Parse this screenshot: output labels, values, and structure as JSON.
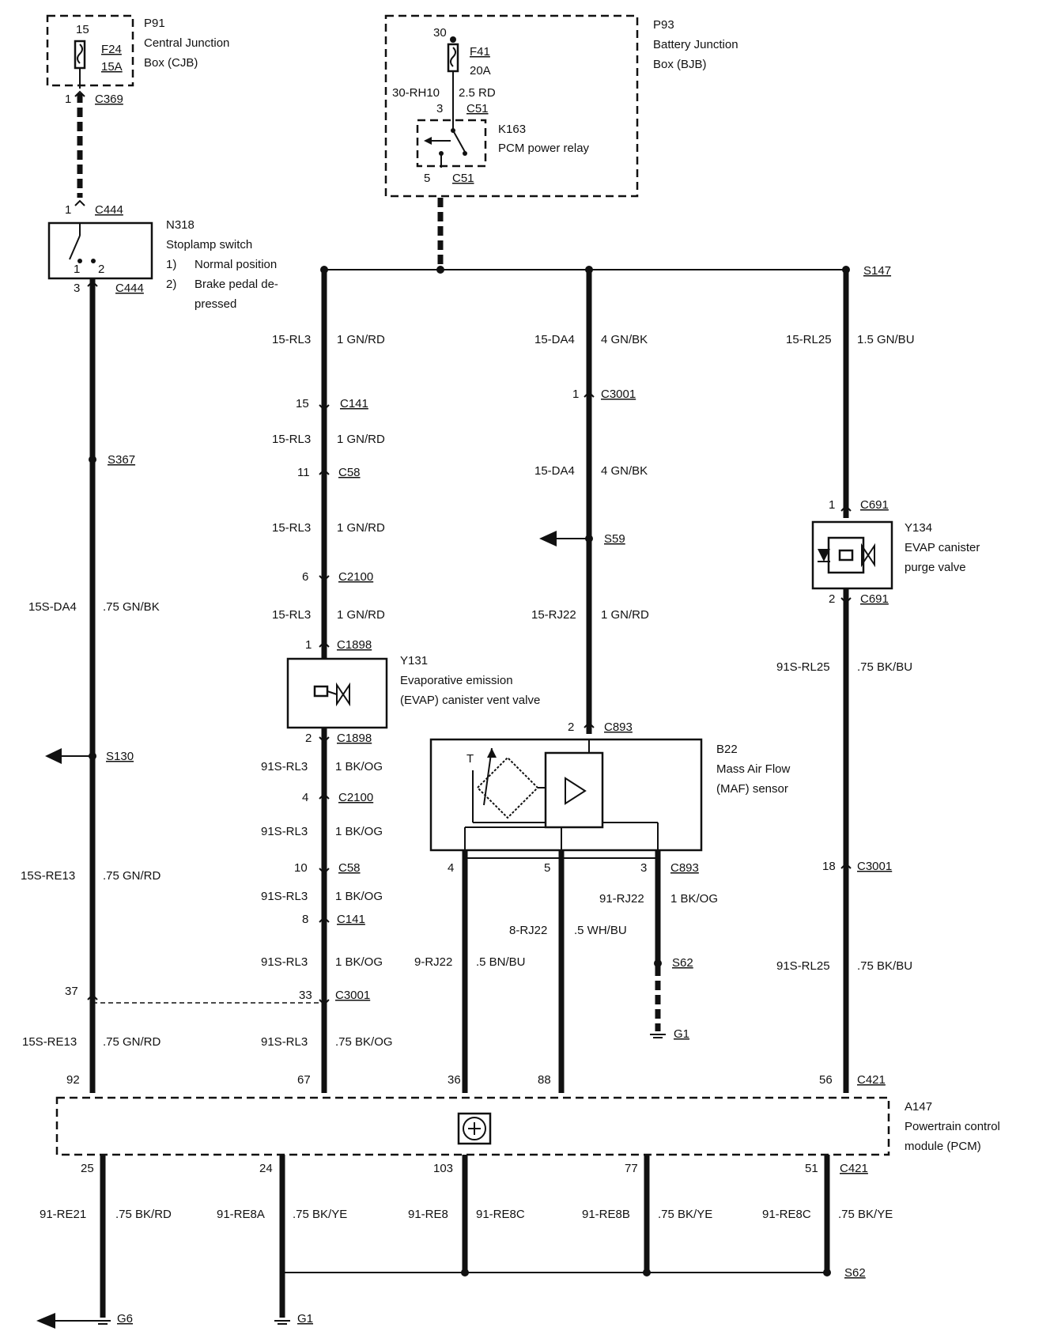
{
  "components": {
    "p91": {
      "id": "P91",
      "name1": "Central Junction",
      "name2": "Box (CJB)",
      "fuse": "F24",
      "amp": "15A",
      "pin": "15"
    },
    "p93": {
      "id": "P93",
      "name1": "Battery Junction",
      "name2": "Box (BJB)",
      "fuse": "F41",
      "amp": "20A",
      "pin": "30"
    },
    "k163": {
      "id": "K163",
      "name": "PCM power relay"
    },
    "n318": {
      "id": "N318",
      "name": "Stoplamp switch",
      "n1": "1)",
      "d1": "Normal position",
      "n2": "2)",
      "d2a": "Brake pedal de-",
      "d2b": "pressed",
      "p1": "1",
      "p2": "2"
    },
    "y131": {
      "id": "Y131",
      "name1": "Evaporative emission",
      "name2": "(EVAP) canister vent valve"
    },
    "y134": {
      "id": "Y134",
      "name1": "EVAP canister",
      "name2": "purge valve"
    },
    "b22": {
      "id": "B22",
      "name1": "Mass Air Flow",
      "name2": "(MAF) sensor",
      "t": "T"
    },
    "a147": {
      "id": "A147",
      "name1": "Powertrain control",
      "name2": "module (PCM)"
    }
  },
  "connectors": {
    "c369": "C369",
    "c444a": "C444",
    "c444b": "C444",
    "c51a": "C51",
    "c51b": "C51",
    "c141a": "C141",
    "c58a": "C58",
    "c2100a": "C2100",
    "c1898a": "C1898",
    "c1898b": "C1898",
    "c2100b": "C2100",
    "c58b": "C58",
    "c141b": "C141",
    "c3001a": "C3001",
    "c3001b": "C3001",
    "c3001c": "C3001",
    "c691a": "C691",
    "c691b": "C691",
    "c893a": "C893",
    "c893b": "C893",
    "c421a": "C421",
    "c421b": "C421"
  },
  "splices": {
    "s147": "S147",
    "s367": "S367",
    "s130": "S130",
    "s59": "S59",
    "s62a": "S62",
    "s62b": "S62"
  },
  "grounds": {
    "g1a": "G1",
    "g6": "G6",
    "g1b": "G1"
  },
  "pins": {
    "p1_c369": "1",
    "p1_c444": "1",
    "p3_c444": "3",
    "p3_c51": "3",
    "p5_c51": "5",
    "p15": "15",
    "p11": "11",
    "p6": "6",
    "p1_c1898": "1",
    "p2_c1898": "2",
    "p4": "4",
    "p10": "10",
    "p8": "8",
    "p33": "33",
    "p37": "37",
    "p1_c3001": "1",
    "p1_c691": "1",
    "p2_c691": "2",
    "p2_c893": "2",
    "p18": "18",
    "p4_c893": "4",
    "p5_c893": "5",
    "p3_c893": "3",
    "p92": "92",
    "p67": "67",
    "p36": "36",
    "p88": "88",
    "p56": "56",
    "p25": "25",
    "p24": "24",
    "p103": "103",
    "p77": "77",
    "p51": "51"
  },
  "wires": {
    "w30rh10": "30-RH10",
    "w30rh10c": "2.5 RD",
    "w_rl3_1": "15-RL3",
    "w_rl3_1c": "1 GN/RD",
    "w_da4_1": "15-DA4",
    "w_da4_1c": "4 GN/BK",
    "w_rl25": "15-RL25",
    "w_rl25c": "1.5 GN/BU",
    "w_rl3_2": "15-RL3",
    "w_rl3_2c": "1 GN/RD",
    "w_da4_2": "15-DA4",
    "w_da4_2c": "4 GN/BK",
    "w_rl3_3": "15-RL3",
    "w_rl3_3c": "1 GN/RD",
    "w_sda4": "15S-DA4",
    "w_sda4c": ".75 GN/BK",
    "w_rl3_4": "15-RL3",
    "w_rl3_4c": "1 GN/RD",
    "w_rj22": "15-RJ22",
    "w_rj22c": "1 GN/RD",
    "w_91srl25a": "91S-RL25",
    "w_91srl25ac": ".75 BK/BU",
    "w_91srl3_1": "91S-RL3",
    "w_91srl3_1c": "1 BK/OG",
    "w_91srl3_2": "91S-RL3",
    "w_91srl3_2c": "1 BK/OG",
    "w_sre13a": "15S-RE13",
    "w_sre13ac": ".75 GN/RD",
    "w_91srl3_3": "91S-RL3",
    "w_91srl3_3c": "1 BK/OG",
    "w_91rj22": "91-RJ22",
    "w_91rj22c": "1 BK/OG",
    "w_8rj22": "8-RJ22",
    "w_8rj22c": ".5 WH/BU",
    "w_91srl3_4": "91S-RL3",
    "w_91srl3_4c": "1 BK/OG",
    "w_9rj22": "9-RJ22",
    "w_9rj22c": ".5 BN/BU",
    "w_91srl25b": "91S-RL25",
    "w_91srl25bc": ".75 BK/BU",
    "w_sre13b": "15S-RE13",
    "w_sre13bc": ".75 GN/RD",
    "w_91srl3_5": "91S-RL3",
    "w_91srl3_5c": ".75 BK/OG",
    "w_re21": "91-RE21",
    "w_re21c": ".75 BK/RD",
    "w_re8a": "91-RE8A",
    "w_re8ac": ".75 BK/YE",
    "w_re8": "91-RE8",
    "w_re8c": "91-RE8C",
    "w_re8b": "91-RE8B",
    "w_re8bc": ".75 BK/YE",
    "w_re8cc": ".75 BK/YE"
  }
}
